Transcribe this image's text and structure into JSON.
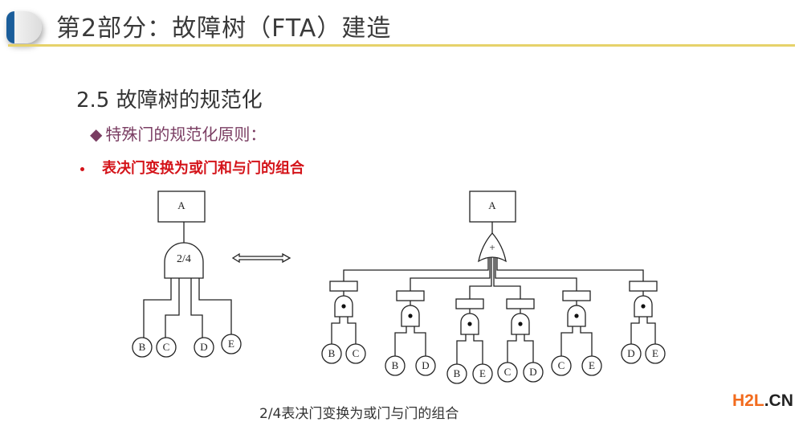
{
  "header": {
    "title": "第2部分：故障树（FTA）建造"
  },
  "section": {
    "title": "2.5 故障树的规范化"
  },
  "bullets": [
    {
      "marker": "◆",
      "text": "特殊门的规范化原则："
    },
    {
      "text": "表决门变换为或门和与门的组合"
    }
  ],
  "diagram": {
    "left": {
      "top_event": "A",
      "gate_label": "2/4",
      "leaves": [
        "B",
        "C",
        "D",
        "E"
      ]
    },
    "arrow": "double-arrow",
    "right": {
      "top_event": "A",
      "gate_symbol": "+",
      "and_symbol": "•",
      "pairs": [
        [
          "B",
          "C"
        ],
        [
          "B",
          "D"
        ],
        [
          "B",
          "E"
        ],
        [
          "C",
          "D"
        ],
        [
          "C",
          "E"
        ],
        [
          "D",
          "E"
        ]
      ]
    }
  },
  "caption": "2/4表决门变换为或门与门的组合",
  "watermark": {
    "part1": "H2L",
    "part2": ".CN"
  },
  "colors": {
    "accent_blue": "#1a5d9a",
    "rule": "#e6d26a",
    "bullet_red": "#d4141a",
    "bullet_purple": "#7a3d62",
    "watermark_orange": "#f26b1d"
  }
}
